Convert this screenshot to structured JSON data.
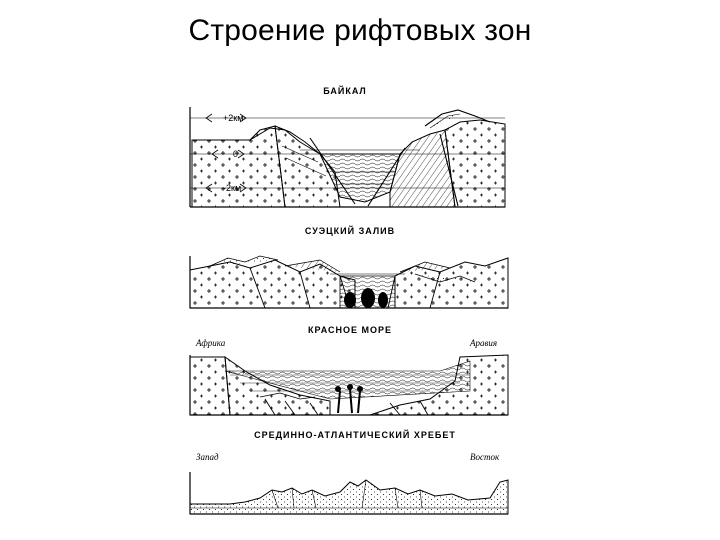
{
  "title": "Строение рифтовых зон",
  "sections": {
    "baikal": {
      "caption": "БАЙКАЛ",
      "scale": [
        "+2км",
        "0",
        "-2км"
      ]
    },
    "suez": {
      "caption": "СУЭЦКИЙ ЗАЛИВ"
    },
    "red_sea": {
      "caption": "КРАСНОЕ МОРЕ",
      "left_label": "Африка",
      "right_label": "Аравия"
    },
    "mid_atlantic": {
      "caption": "СРЕДИННО-АТЛАНТИЧЕСКИЙ ХРЕБЕТ",
      "left_label": "Запад",
      "right_label": "Восток"
    }
  },
  "colors": {
    "ink": "#000000",
    "background": "#ffffff"
  }
}
